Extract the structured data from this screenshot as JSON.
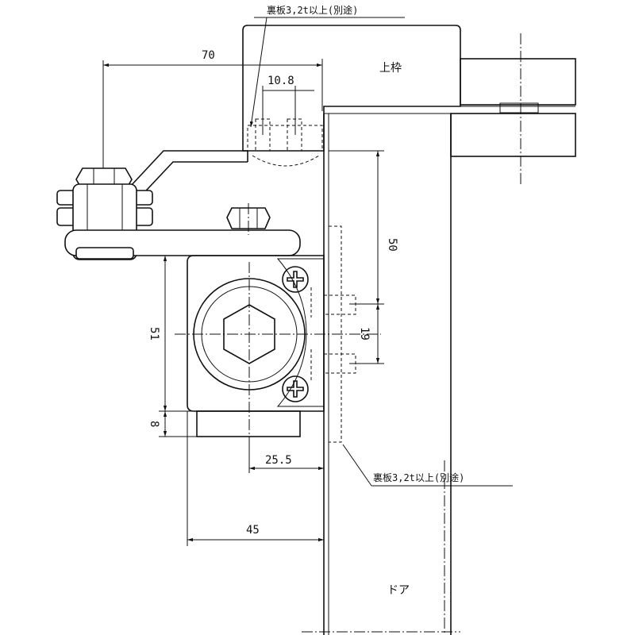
{
  "notes": {
    "top": "裏板3,2t以上(別途)",
    "bottom": "裏板3,2t以上(別途)"
  },
  "labels": {
    "frame": "上枠",
    "door": "ドア"
  },
  "dimensions": {
    "d70": "70",
    "d10_8": "10.8",
    "d50": "50",
    "d51": "51",
    "d19": "19",
    "d8": "8",
    "d25_5": "25.5",
    "d45": "45"
  }
}
